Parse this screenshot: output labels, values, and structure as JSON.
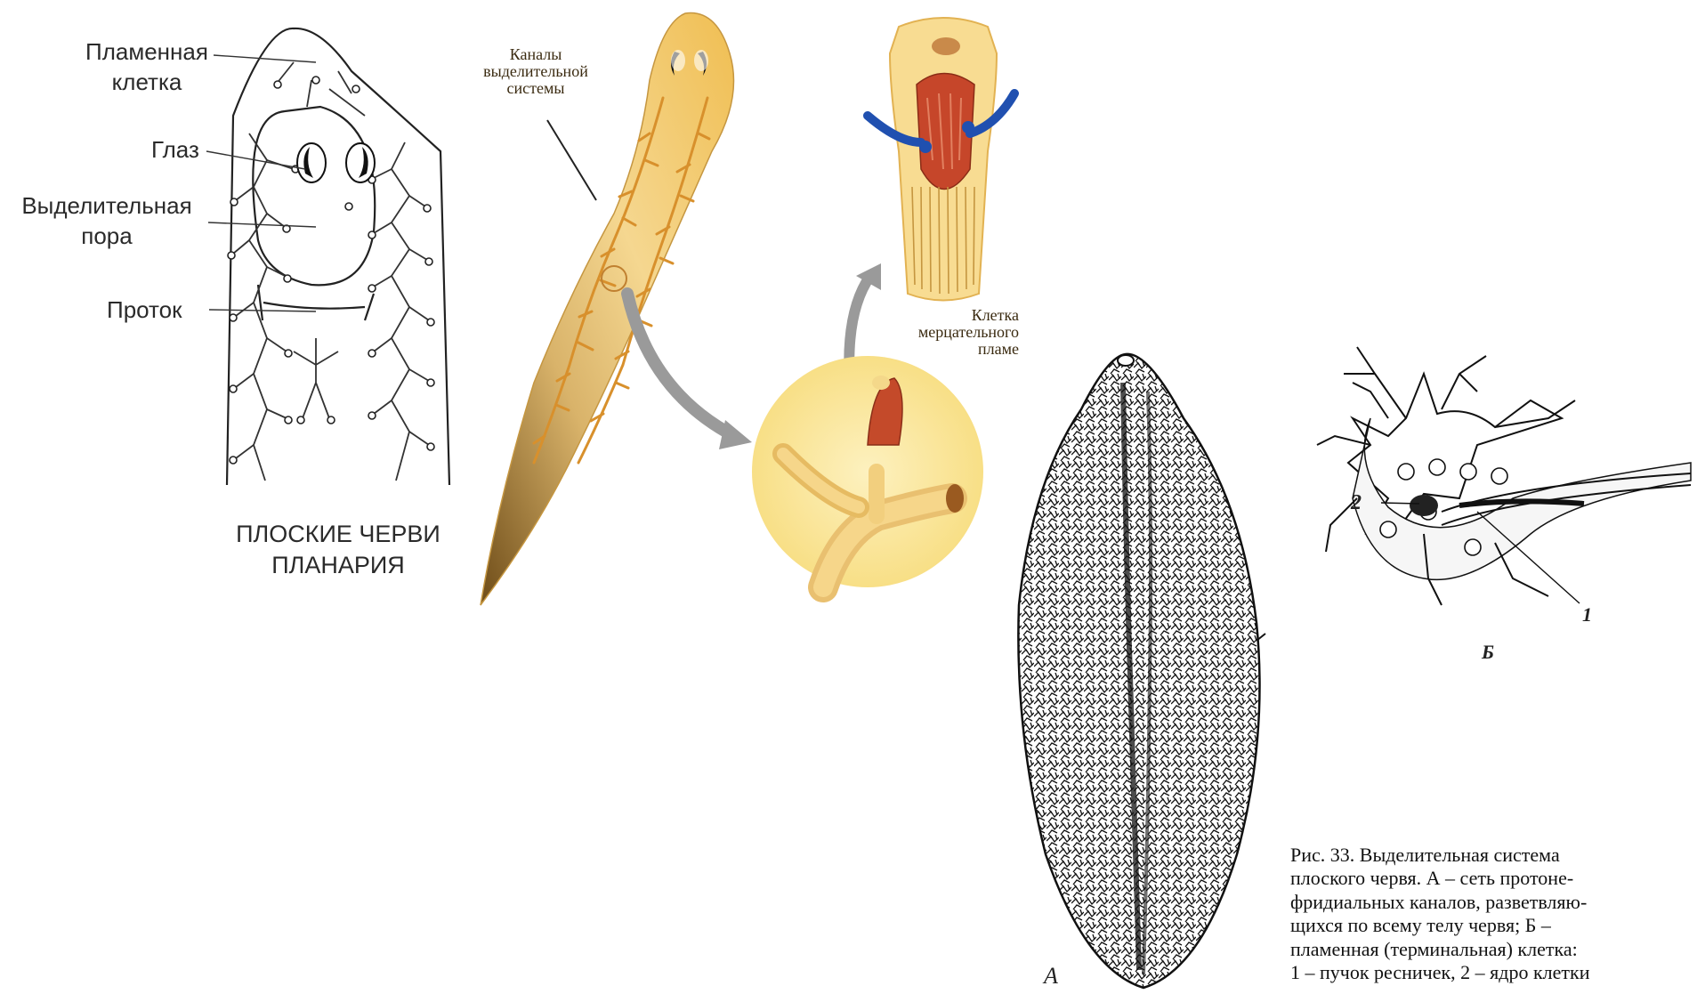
{
  "planaria_diagram": {
    "labels": {
      "flame_cell": [
        "Пламенная",
        "клетка"
      ],
      "eye": "Глаз",
      "excretory_pore": [
        "Выделительная",
        "пора"
      ],
      "duct": "Проток"
    },
    "title": [
      "ПЛОСКИЕ ЧЕРВИ",
      "ПЛАНАРИЯ"
    ]
  },
  "colored_worm": {
    "channels_label": [
      "Каналы",
      "выделительной",
      "системы"
    ]
  },
  "flame_cell_inset": {
    "label": [
      "Клетка",
      "мерцательного",
      "пламе"
    ]
  },
  "fluke_figure": {
    "letter_a": "А",
    "letter_b": "Б",
    "marker_1": "1",
    "marker_2": "2"
  },
  "caption": {
    "lines": [
      "Рис. 33. Выделительная система",
      "плоского червя. А – сеть протоне-",
      "фридиальных каналов, разветвляю-",
      "щихся по всему телу червя; Б –",
      "пламенная (терминальная) клетка:",
      "1 – пучок ресничек, 2 – ядро клетки"
    ]
  },
  "colors": {
    "worm_body": "#e9b84a",
    "worm_dark": "#7a5a22",
    "channels": "#d8902c",
    "inset_bg": "#fbe9a0",
    "flame_red": "#c44a2a",
    "blue_arrow": "#2050b0",
    "gray_arrow": "#9a9a9a"
  }
}
